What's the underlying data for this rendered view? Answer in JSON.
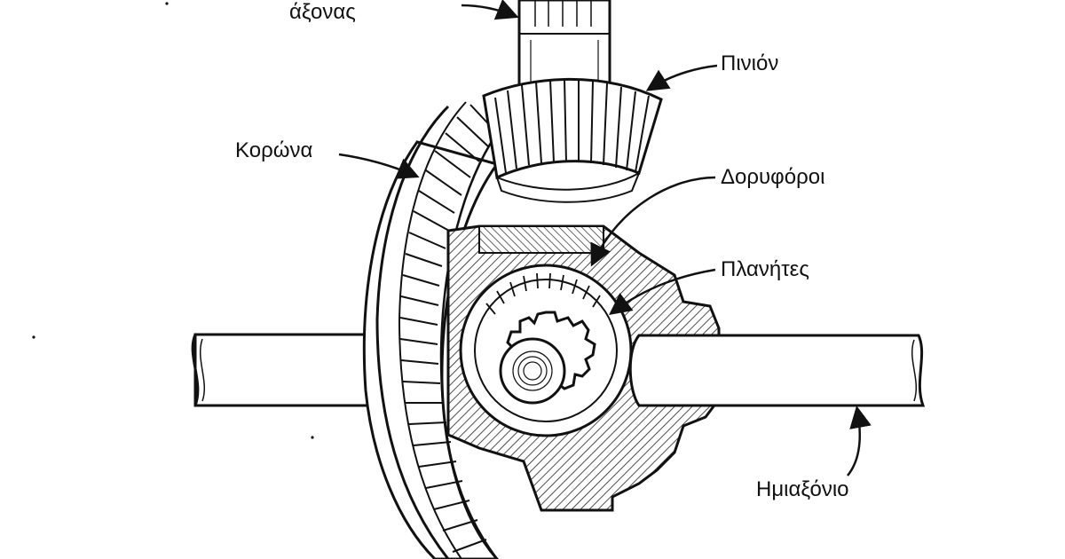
{
  "labels": {
    "axonas": "άξονας",
    "pinion": "Πινιόν",
    "korona": "Κορώνα",
    "doryforoi": "Δορυφόροι",
    "planites": "Πλανήτες",
    "imiaxonio": "Ημιαξόνιο"
  },
  "colors": {
    "ink": "#111111",
    "paper": "#ffffff",
    "hatch": "#222222"
  }
}
